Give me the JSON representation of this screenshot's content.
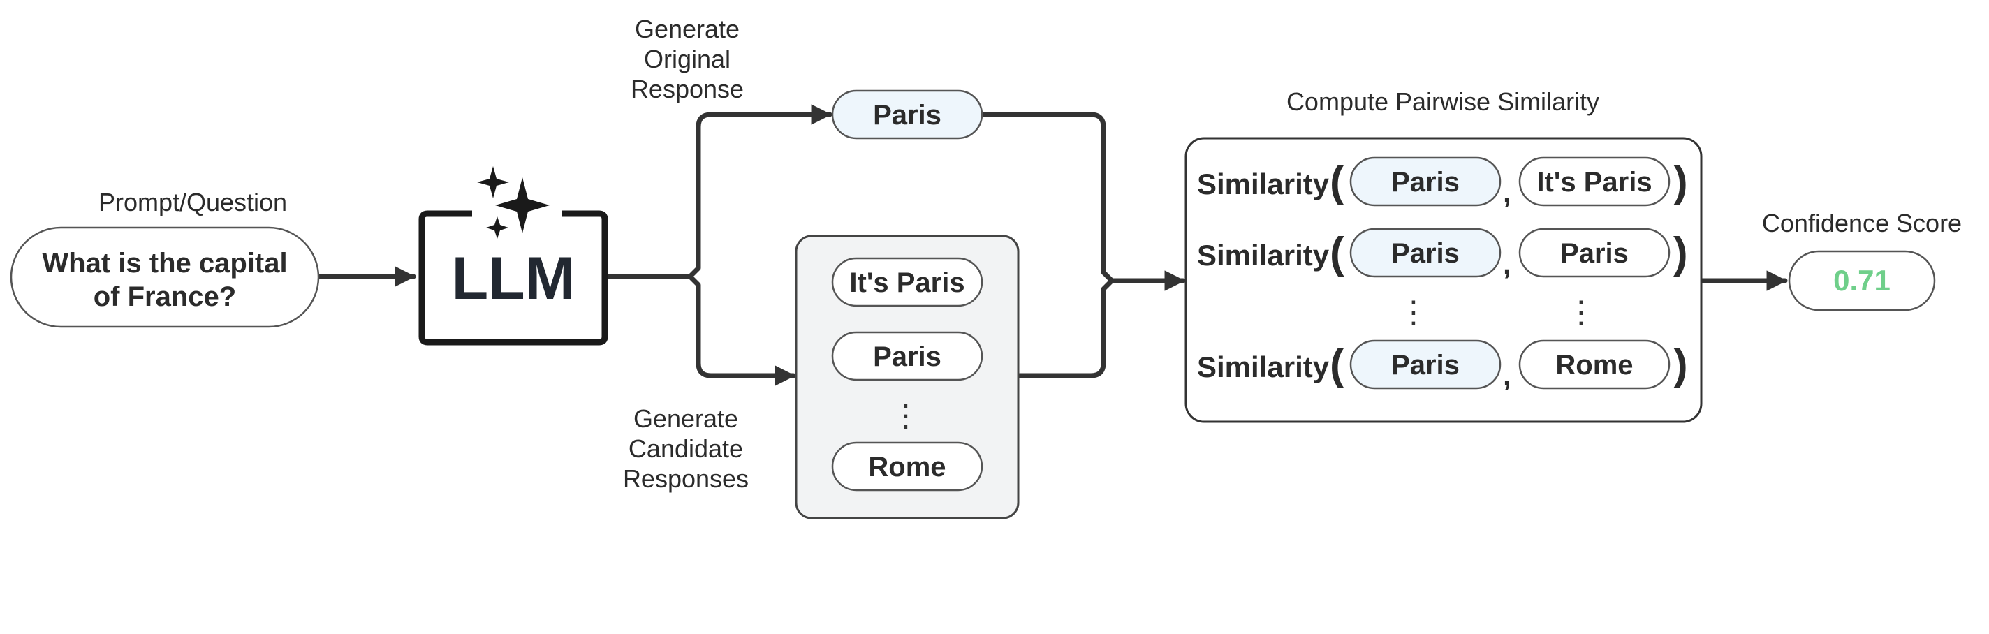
{
  "prompt": {
    "caption": "Prompt/Question",
    "line1": "What is the capital",
    "line2": "of France?"
  },
  "llm": {
    "label": "LLM"
  },
  "branches": {
    "original": {
      "caption_lines": [
        "Generate",
        "Original",
        "Response"
      ],
      "response": "Paris"
    },
    "candidates": {
      "caption_lines": [
        "Generate",
        "Candidate",
        "Responses"
      ],
      "items": [
        "It's Paris",
        "Paris",
        "Rome"
      ],
      "ellipsis": "⋮"
    }
  },
  "similarity": {
    "caption": "Compute Pairwise Similarity",
    "function_label": "Similarity",
    "open_paren": "(",
    "close_paren": ")",
    "comma": ",",
    "ellipsis": "⋮",
    "pairs": [
      {
        "left": "Paris",
        "right": "It's Paris"
      },
      {
        "left": "Paris",
        "right": "Paris"
      },
      {
        "left": "Paris",
        "right": "Rome"
      }
    ]
  },
  "confidence": {
    "caption": "Confidence Score",
    "value": "0.71"
  },
  "colors": {
    "highlight_fill": "#eef6fc",
    "neutral_fill": "#ffffff",
    "panel_fill": "#f2f3f4",
    "score_text": "#6fcf8a",
    "line": "#333333"
  }
}
